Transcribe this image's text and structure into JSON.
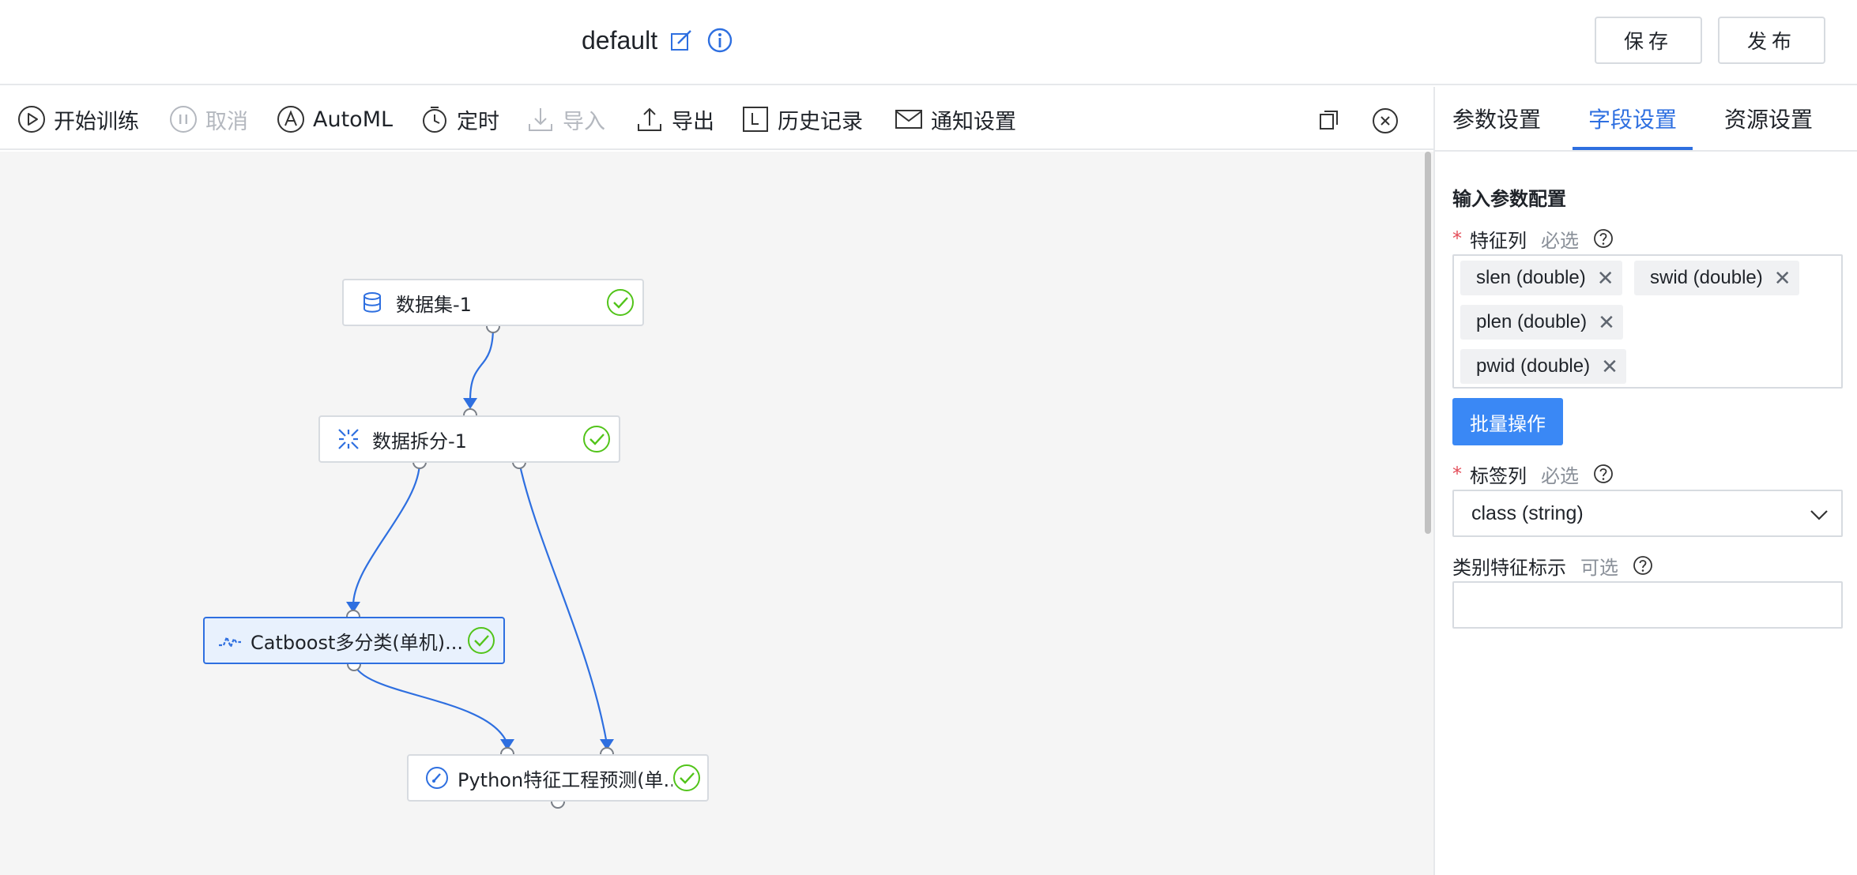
{
  "header": {
    "title": "default",
    "save_label": "保存",
    "publish_label": "发布"
  },
  "toolbar": {
    "start_training": "开始训练",
    "cancel": "取消",
    "automl": "AutoML",
    "schedule": "定时",
    "import": "导入",
    "export": "导出",
    "history": "历史记录",
    "notification": "通知设置"
  },
  "nodes": {
    "dataset": "数据集-1",
    "split": "数据拆分-1",
    "catboost": "Catboost多分类(单机)...",
    "python_predict": "Python特征工程预测(单..."
  },
  "panel": {
    "tabs": [
      "参数设置",
      "字段设置",
      "资源设置"
    ],
    "active_tab": "字段设置",
    "section_title": "输入参数配置",
    "feature_label": "特征列",
    "feature_required": "必选",
    "feature_tags": [
      "slen (double)",
      "swid (double)",
      "plen (double)",
      "pwid (double)"
    ],
    "batch_button": "批量操作",
    "label_label": "标签列",
    "label_required": "必选",
    "label_value": "class (string)",
    "category_label": "类别特征标示",
    "category_optional": "可选",
    "category_value": ""
  },
  "colors": {
    "accent": "#2e6fe0",
    "primary_button": "#3a88f5",
    "success": "#52c41a",
    "canvas_bg": "#f5f5f5"
  }
}
